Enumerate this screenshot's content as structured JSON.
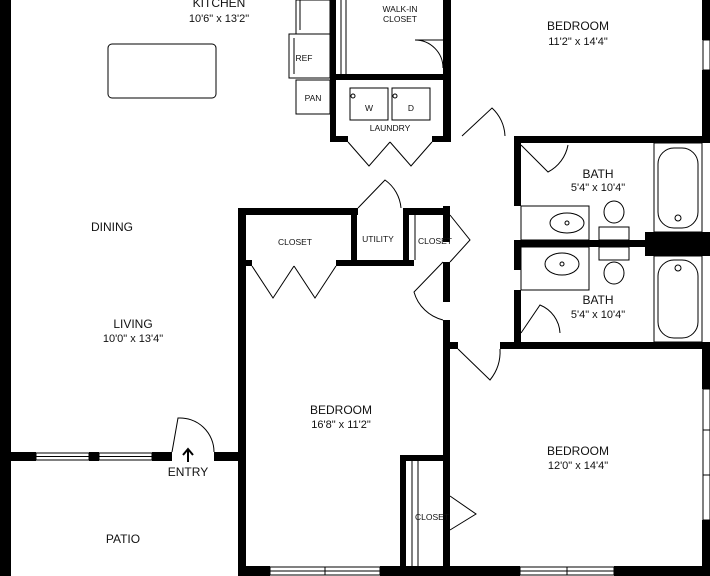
{
  "rooms": {
    "kitchen": {
      "name": "KITCHEN",
      "dims": "10'6\" x 13'2\""
    },
    "bedroom_top": {
      "name": "BEDROOM",
      "dims": "11'2\" x 14'4\""
    },
    "walk_in_closet": {
      "line1": "WALK-IN",
      "line2": "CLOSET"
    },
    "ref": "REF",
    "pan": "PAN",
    "laundry": {
      "name": "LAUNDRY",
      "washer": "W",
      "dryer": "D"
    },
    "bath_top": {
      "name": "BATH",
      "dims": "5'4\" x 10'4\""
    },
    "bath_bottom": {
      "name": "BATH",
      "dims": "5'4\" x 10'4\""
    },
    "dining": "DINING",
    "living": {
      "name": "LIVING",
      "dims": "10'0\" x 13'4\""
    },
    "closet_left": "CLOSET",
    "utility": "UTILITY",
    "closet_mid": "CLOSET",
    "bedroom_mid": {
      "name": "BEDROOM",
      "dims": "16'8\" x 11'2\""
    },
    "bedroom_bottom": {
      "name": "BEDROOM",
      "dims": "12'0\" x 14'4\""
    },
    "closet_bottom": "CLOSET",
    "entry": {
      "label": "ENTRY",
      "arrow": "entry-arrow-icon"
    },
    "patio": "PATIO"
  },
  "colors": {
    "wall": "#000000",
    "background": "#ffffff",
    "fixture_line": "#000000"
  }
}
